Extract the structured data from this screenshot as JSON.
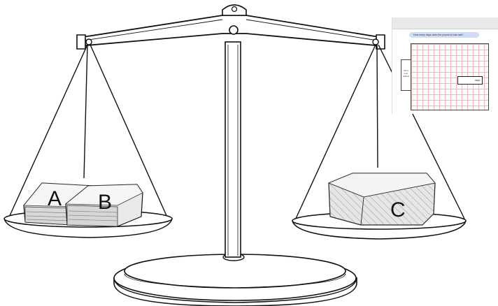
{
  "labels": {
    "a": "A",
    "b": "B",
    "c": "C"
  },
  "inset": {
    "toolbar_left": "",
    "toolbar_right": "",
    "question": "How many days does the pound of cats last?",
    "side_note": "Show your method",
    "answer_unit": "days",
    "corner_text": ""
  },
  "colors": {
    "line": "#111111",
    "block_fill": "#e9e9e9",
    "block_top": "#f6f6f6",
    "block_shade": "#cfcfcf",
    "inset_question_bg": "#cfdcf5",
    "inset_grid": "#f2b7b7"
  }
}
